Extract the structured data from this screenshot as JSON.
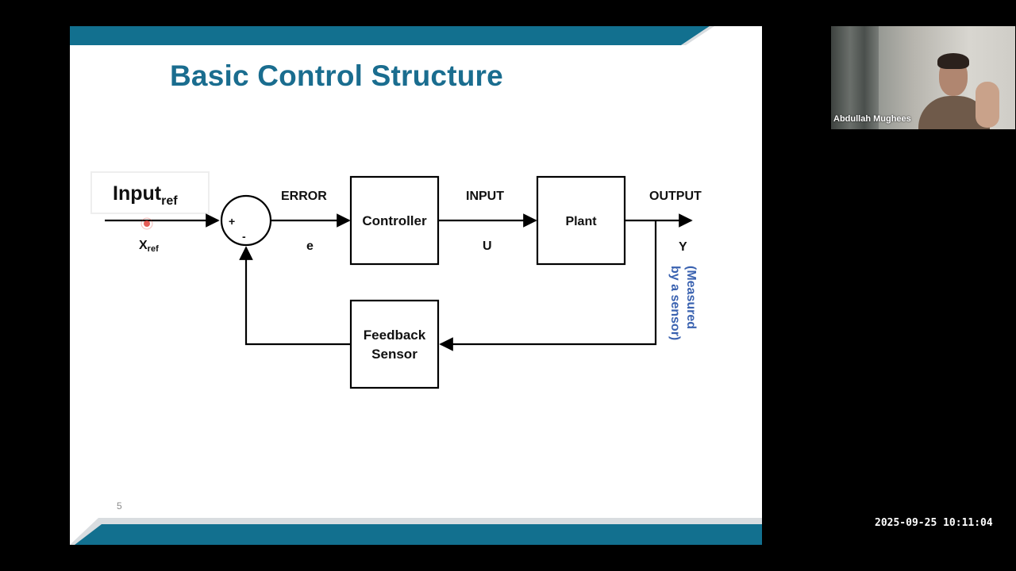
{
  "slide": {
    "title": "Basic Control Structure",
    "page_number": "5"
  },
  "diagram": {
    "input_label": "Input",
    "input_label_sub": "ref",
    "input_var": "X",
    "input_var_sub": "ref",
    "sum_plus": "+",
    "sum_minus": "-",
    "error_label": "ERROR",
    "error_var": "e",
    "controller_label": "Controller",
    "input_label_2": "INPUT",
    "input_var_2": "U",
    "plant_label": "Plant",
    "output_label": "OUTPUT",
    "output_var": "Y",
    "feedback_line1": "Feedback",
    "feedback_line2": "Sensor",
    "measured_line1": "(Measured",
    "measured_line2": "by a sensor)"
  },
  "webcam": {
    "participant_name": "Abdullah Mughees"
  },
  "timestamp": "2025-09-25 10:11:04",
  "colors": {
    "accent": "#1a6d8f",
    "bar": "#12708f",
    "note": "#3a62b0",
    "pointer": "#e0413a"
  }
}
